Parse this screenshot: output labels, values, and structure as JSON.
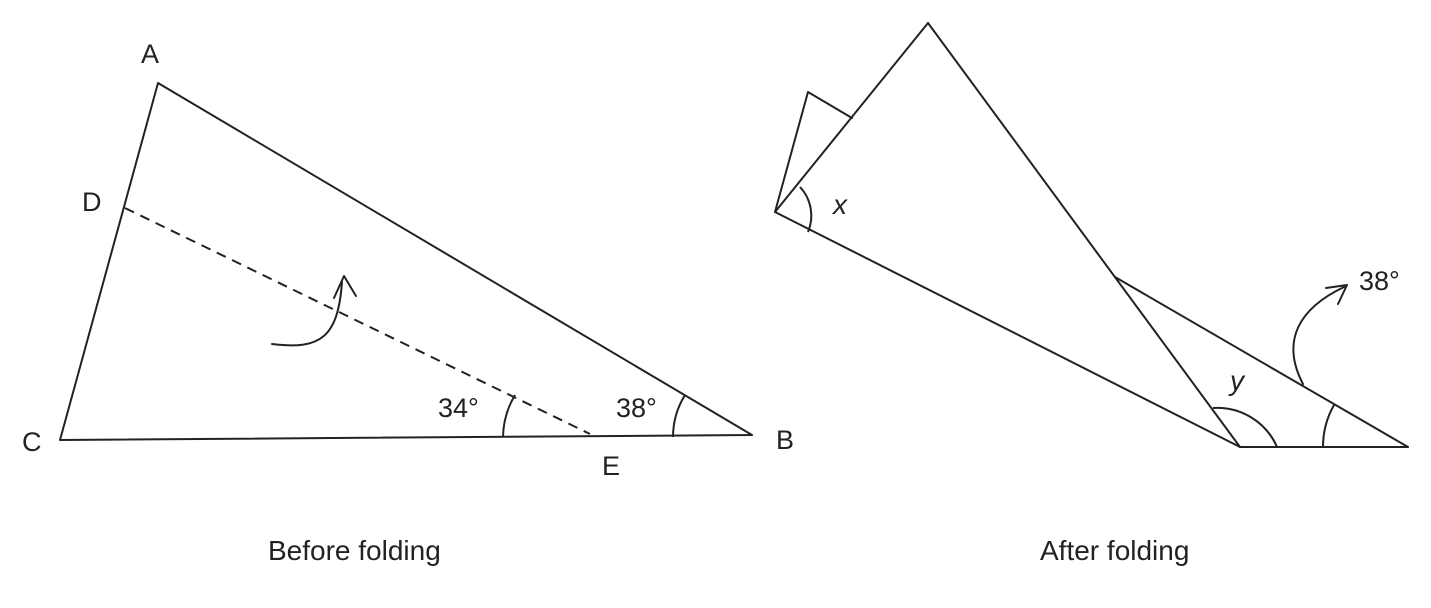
{
  "before": {
    "vertices": {
      "a": "A",
      "b": "B",
      "c": "C",
      "d": "D",
      "e": "E"
    },
    "angle_e": "34°",
    "angle_b": "38°",
    "caption": "Before folding"
  },
  "after": {
    "angle_x": "x",
    "angle_y": "y",
    "angle_38": "38°",
    "caption": "After folding"
  }
}
